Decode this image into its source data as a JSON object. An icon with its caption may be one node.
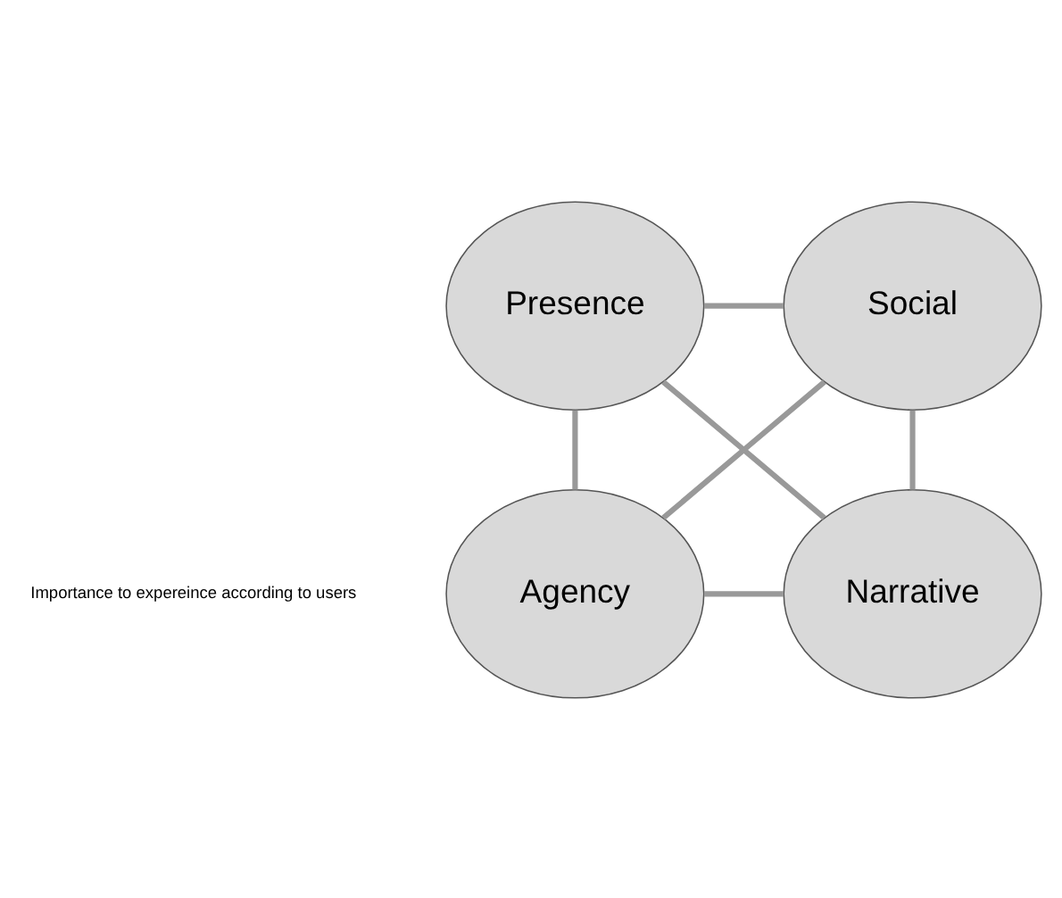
{
  "diagram": {
    "nodes": [
      {
        "text": [
          "Presence"
        ]
      },
      {
        "text": [
          "Social"
        ]
      },
      {
        "text": [
          "Agency"
        ]
      },
      {
        "text": [
          "Narrative"
        ]
      }
    ],
    "edges": [
      {
        "from": 0,
        "to": 1,
        "arrow": "none"
      },
      {
        "from": 0,
        "to": 2,
        "arrow": "none"
      },
      {
        "from": 1,
        "to": 3,
        "arrow": "none"
      },
      {
        "from": 2,
        "to": 3,
        "arrow": "none"
      },
      {
        "from": 0,
        "to": 3,
        "arrow": "none"
      },
      {
        "from": 1,
        "to": 2,
        "arrow": "none"
      }
    ],
    "labels": [
      "Importance to expereince according to users"
    ]
  }
}
